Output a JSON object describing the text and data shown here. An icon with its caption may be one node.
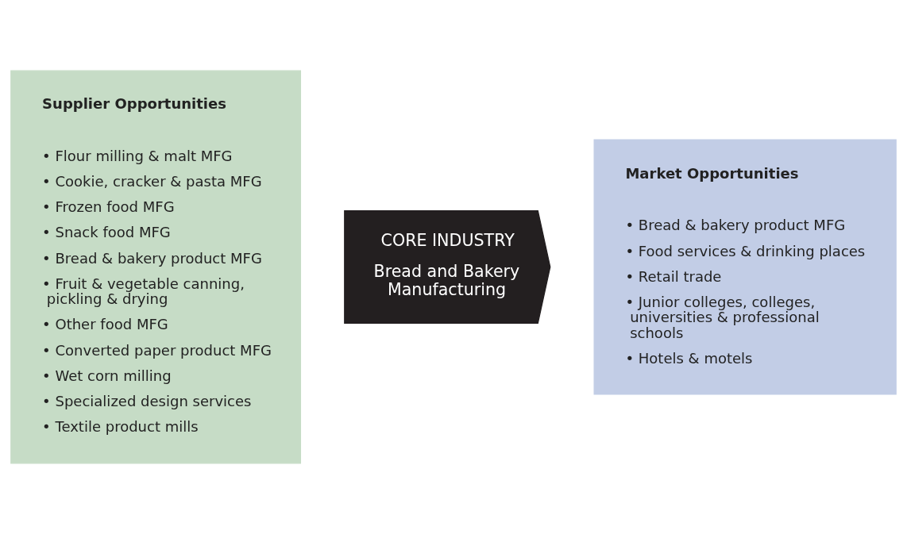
{
  "diagram": {
    "nodes": [
      {
        "text": [
          "Supplier Opportunities",
          "• Flour milling & malt MFG",
          "• Cookie, cracker & pasta MFG",
          "• Frozen food MFG",
          "• Snack food MFG",
          "• Bread & bakery product MFG",
          "• Fruit & vegetable canning, pickling & drying",
          "• Other food MFG",
          "• Converted paper product MFG",
          "• Wet corn milling",
          "• Specialized design services",
          "• Textile product mills"
        ]
      },
      {
        "text": [
          "CORE INDUSTRY",
          "Bread and Bakery Manufacturing"
        ]
      },
      {
        "text": [
          "Market Opportunities",
          "• Bread & bakery product MFG",
          "• Food services & drinking places",
          "• Retail trade",
          "• Junior colleges, colleges, universities & professional schools",
          "• Hotels & motels"
        ]
      }
    ]
  }
}
